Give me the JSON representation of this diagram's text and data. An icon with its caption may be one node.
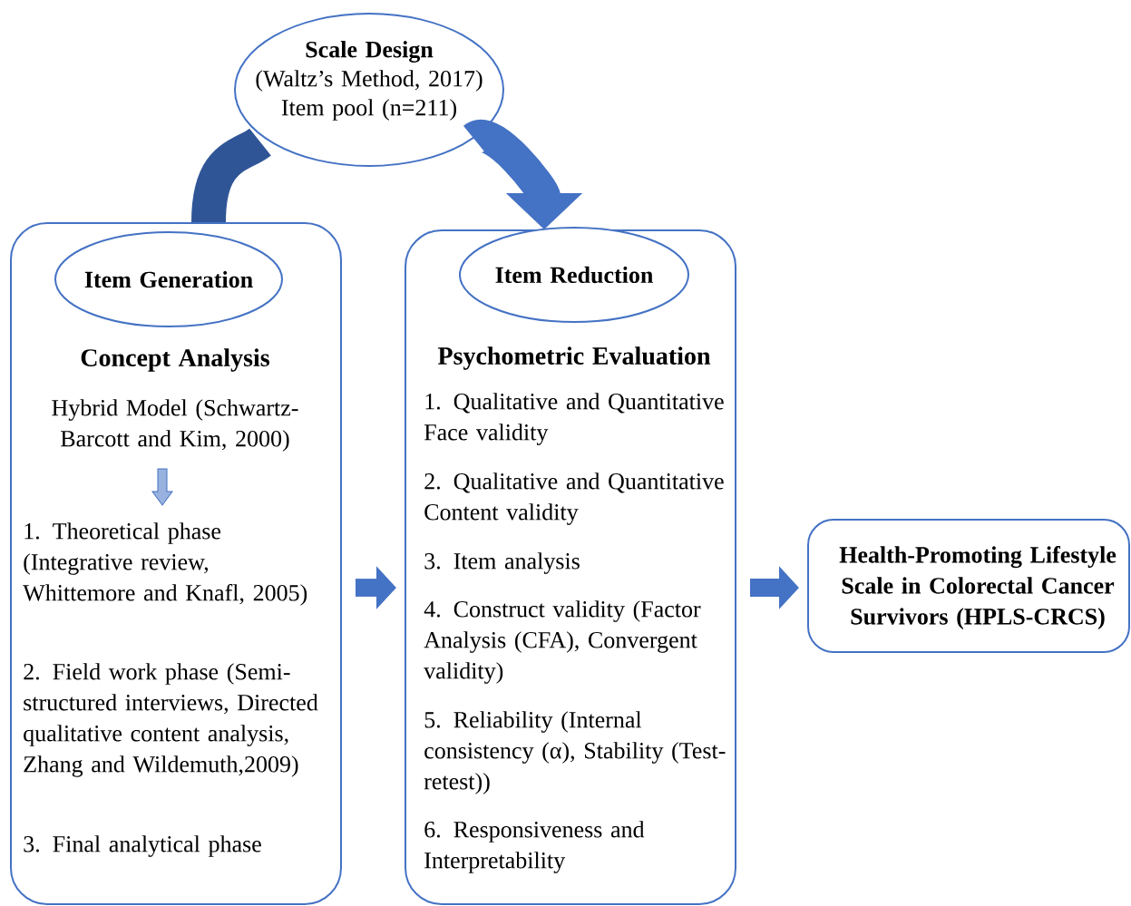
{
  "diagram": {
    "nodes": [
      {
        "text": [
          "Scale Design",
          "(Waltz’s Method, 2017)",
          "Item pool (n=211)"
        ]
      },
      {
        "text": [
          "Concept Analysis",
          "Hybrid Model (Schwartz-Barcott and Kim, 2000)",
          "1. Theoretical phase (Integrative review, Whittemore and Knafl, 2005)",
          "2. Field work phase (Semi-structured interviews, Directed qualitative content analysis, Zhang and Wildemuth,2009)",
          "3. Final analytical phase"
        ]
      },
      {
        "text": [
          "Item Generation"
        ],
        "in": 1
      },
      {
        "text": [
          "Psychometric Evaluation",
          "1. Qualitative and Quantitative Face validity",
          "2. Qualitative and Quantitative Content validity",
          "3. Item analysis",
          "4. Construct validity (Factor Analysis (CFA), Convergent validity)",
          "5. Reliability (Internal consistency (α), Stability (Test-retest))",
          "6. Responsiveness and Interpretability"
        ]
      },
      {
        "text": [
          "Item Reduction"
        ],
        "in": 3
      },
      {
        "text": [
          "Health-Promoting Lifestyle Scale in Colorectal Cancer Survivors (HPLS-CRCS)"
        ]
      }
    ],
    "edges": [
      {
        "from": 1,
        "to": 0,
        "arrow": "none",
        "style": "thick",
        "color": "#2f5597"
      },
      {
        "from": 0,
        "to": 3,
        "arrow": "to",
        "style": "thick"
      },
      {
        "from": 1,
        "to": 3,
        "arrow": "to"
      },
      {
        "from": 3,
        "to": 5,
        "arrow": "to"
      }
    ]
  }
}
